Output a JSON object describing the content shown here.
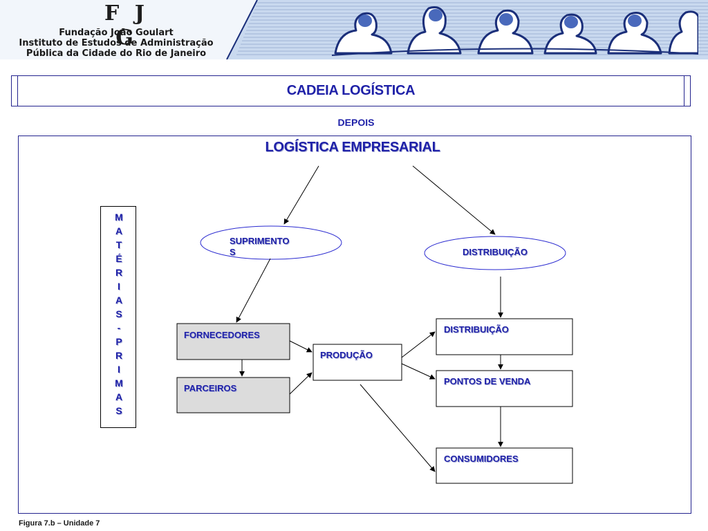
{
  "header": {
    "logo_text": "F J G",
    "institution_lines": [
      "Fundação João Goulart",
      "Instituto de Estudos de Administração",
      "Pública da Cidade do Rio de Janeiro"
    ]
  },
  "slide": {
    "title": "CADEIA LOGÍSTICA",
    "subtitle": "DEPOIS"
  },
  "diagram": {
    "root": "LOGÍSTICA EMPRESARIAL",
    "vertical_label": [
      "M",
      "A",
      "T",
      "É",
      "R",
      "I",
      "A",
      "S",
      "-",
      "P",
      "R",
      "I",
      "M",
      "A",
      "S"
    ],
    "suprimentos_line1": "SUPRIMENTO",
    "suprimentos_line2": "S",
    "distribuicao_oval": "DISTRIBUIÇÃO",
    "fornecedores": "FORNECEDORES",
    "parceiros": "PARCEIROS",
    "producao": "PRODUÇÃO",
    "distribuicao_box": "DISTRIBUIÇÃO",
    "pontos_de_venda": "PONTOS DE VENDA",
    "consumidores": "CONSUMIDORES"
  },
  "colors": {
    "accent_text": "#1f21a8",
    "border": "#23238e",
    "gray_box": "#dcdcdc",
    "header_bg": "#c9d9ef"
  },
  "footer": {
    "caption": "Figura 7.b – Unidade 7"
  }
}
